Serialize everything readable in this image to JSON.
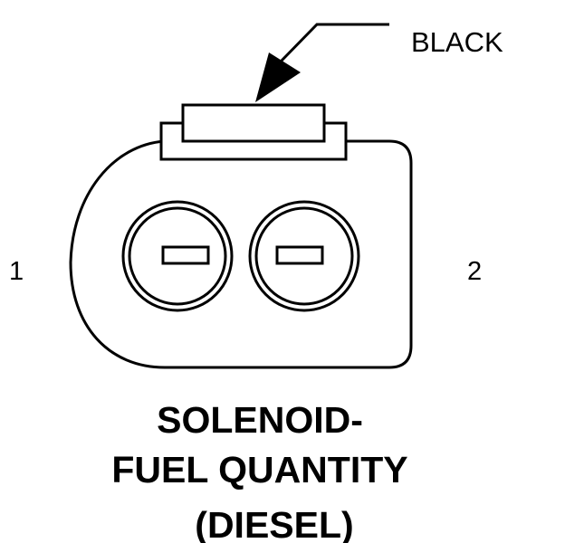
{
  "connector": {
    "wire_color_label": "BLACK",
    "pin_1_label": "1",
    "pin_2_label": "2"
  },
  "caption": {
    "line1": "SOLENOID-",
    "line2": "FUEL QUANTITY",
    "line3": "(DIESEL)"
  },
  "colors": {
    "ink": "#000000",
    "background": "#ffffff"
  }
}
